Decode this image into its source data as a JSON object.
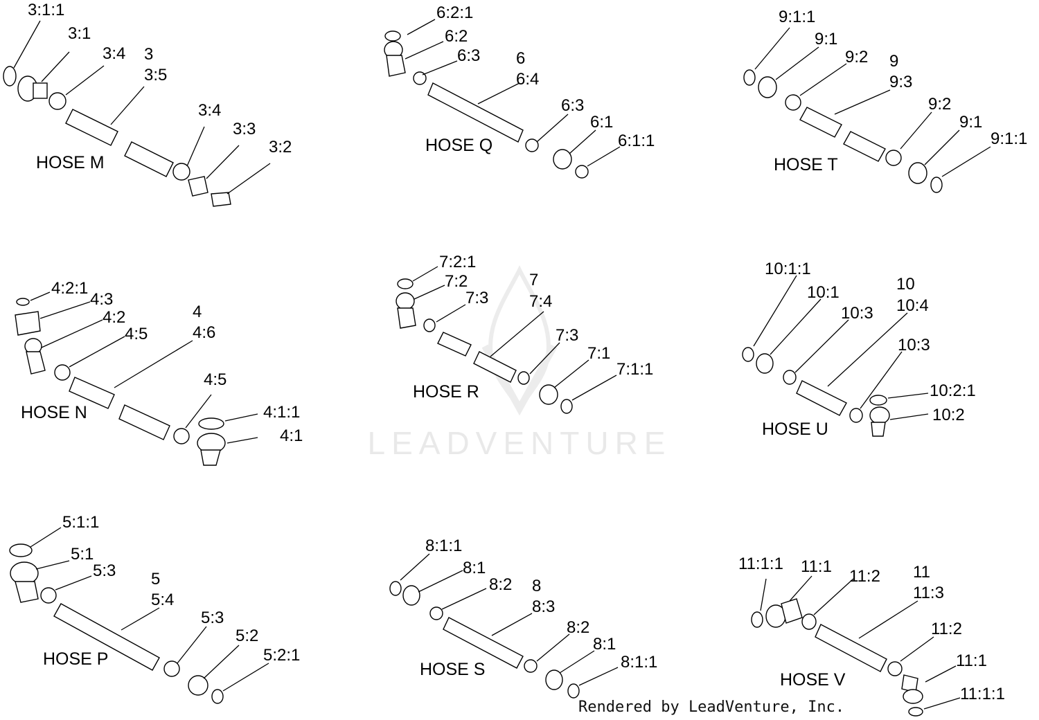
{
  "watermark": {
    "brand": "LEADVENTURE"
  },
  "footer": {
    "text": "Rendered by LeadVenture, Inc."
  },
  "hoses": {
    "m": {
      "title": "HOSE M",
      "labels": [
        "3:1:1",
        "3:1",
        "3:4",
        "3",
        "3:5",
        "3:4",
        "3:3",
        "3:2"
      ]
    },
    "q": {
      "title": "HOSE Q",
      "labels": [
        "6:2:1",
        "6:2",
        "6:3",
        "6",
        "6:4",
        "6:3",
        "6:1",
        "6:1:1"
      ]
    },
    "t": {
      "title": "HOSE T",
      "labels": [
        "9:1:1",
        "9:1",
        "9:2",
        "9",
        "9:3",
        "9:2",
        "9:1",
        "9:1:1"
      ]
    },
    "n": {
      "title": "HOSE N",
      "labels": [
        "4:2:1",
        "4:3",
        "4:2",
        "4:5",
        "4",
        "4:6",
        "4:5",
        "4:1:1",
        "4:1"
      ]
    },
    "r": {
      "title": "HOSE R",
      "labels": [
        "7:2:1",
        "7:2",
        "7:3",
        "7",
        "7:4",
        "7:3",
        "7:1",
        "7:1:1"
      ]
    },
    "u": {
      "title": "HOSE U",
      "labels": [
        "10:1:1",
        "10:1",
        "10:3",
        "10",
        "10:4",
        "10:3",
        "10:2:1",
        "10:2"
      ]
    },
    "p": {
      "title": "HOSE P",
      "labels": [
        "5:1:1",
        "5:1",
        "5:3",
        "5",
        "5:4",
        "5:3",
        "5:2",
        "5:2:1"
      ]
    },
    "s": {
      "title": "HOSE S",
      "labels": [
        "8:1:1",
        "8:1",
        "8:2",
        "8",
        "8:3",
        "8:2",
        "8:1",
        "8:1:1"
      ]
    },
    "v": {
      "title": "HOSE V",
      "labels": [
        "11:1:1",
        "11:1",
        "11:2",
        "11",
        "11:3",
        "11:2",
        "11:1",
        "11:1:1"
      ]
    }
  }
}
